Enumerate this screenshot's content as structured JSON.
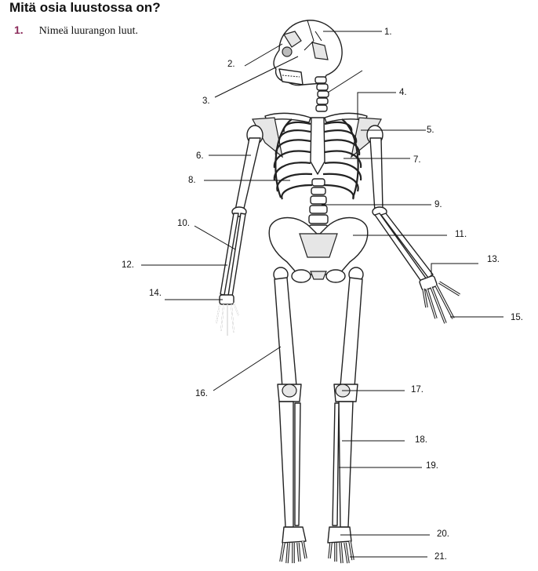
{
  "heading": "Mitä osia luustossa on?",
  "task": {
    "number": "1.",
    "text": "Nimeä luurangon luut."
  },
  "labels": [
    "1.",
    "2.",
    "3.",
    "4.",
    "5.",
    "6.",
    "7.",
    "8.",
    "9.",
    "10.",
    "11.",
    "12.",
    "13.",
    "14.",
    "15.",
    "16.",
    "17.",
    "18.",
    "19.",
    "20.",
    "21."
  ],
  "colors": {
    "accent": "#8b2a5a",
    "bone_shade": "#e6e6e6"
  }
}
